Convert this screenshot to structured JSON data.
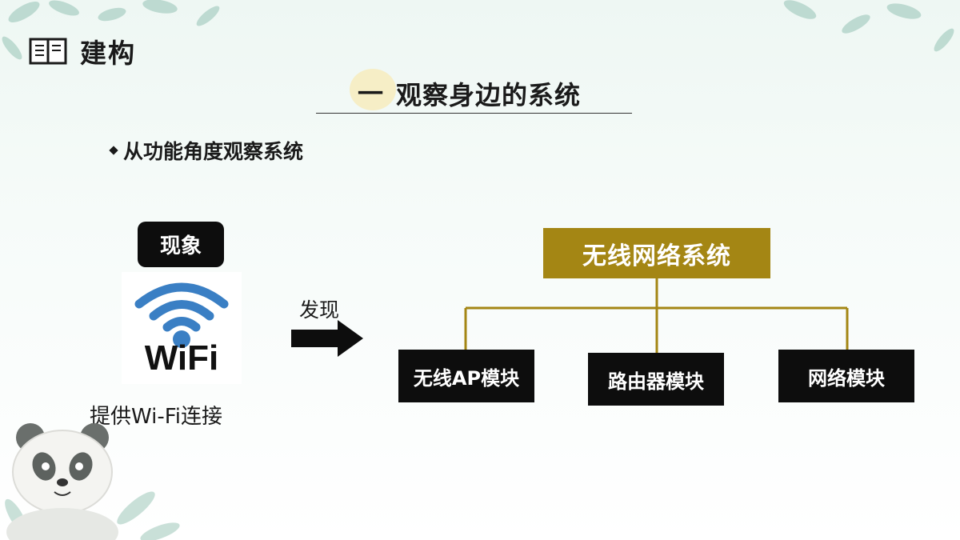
{
  "header": {
    "title": "建构",
    "icon": "book-icon"
  },
  "section": {
    "number": "一",
    "title": "观察身边的系统"
  },
  "bullet": "从功能角度观察系统",
  "phenomenon": {
    "label": "现象",
    "image_text": "WiFi",
    "caption": "提供Wi-Fi连接"
  },
  "arrow": {
    "label": "发现",
    "icon": "right-arrow-icon"
  },
  "tree": {
    "root": "无线网络系统",
    "children": [
      "无线AP模块",
      "路由器模块",
      "网络模块"
    ]
  },
  "colors": {
    "root_fill": "#a48614",
    "node_fill": "#0d0d0d",
    "wifi_blue": "#3a7fc4"
  }
}
